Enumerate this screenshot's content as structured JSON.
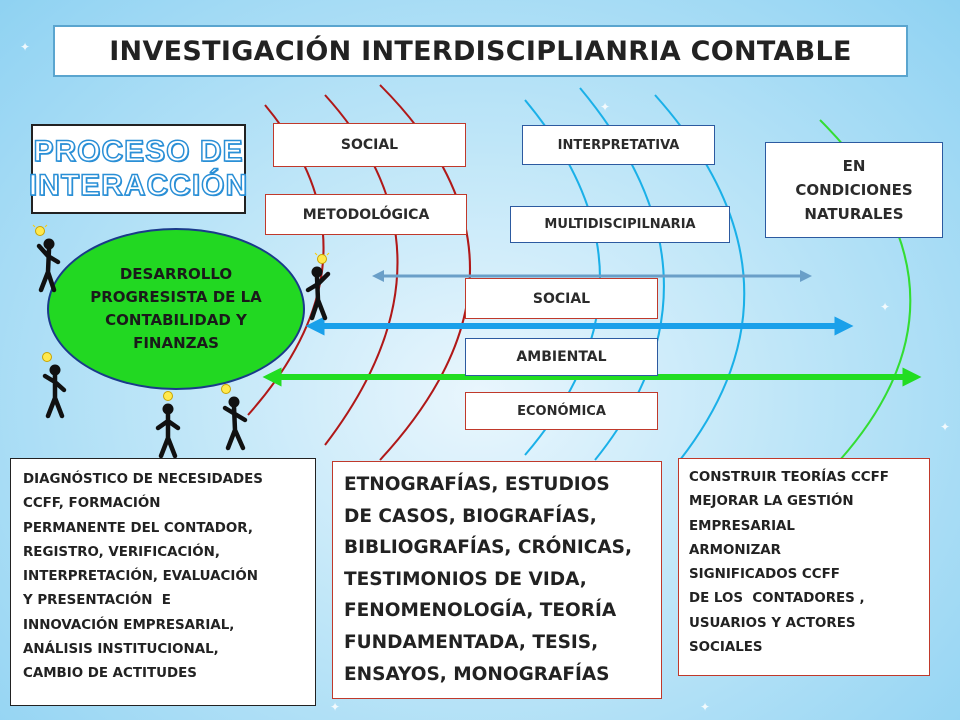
{
  "title": "INVESTIGACIÓN INTERDISCIPLIANRIA CONTABLE",
  "proceso": {
    "line1": "PROCESO DE",
    "line2": "INTERACCIÓN"
  },
  "ellipse_text": "DESARROLLO PROGRESISTA DE LA CONTABILIDAD Y FINANZAS",
  "labels": {
    "social_top": "SOCIAL",
    "metodologica": "METODOLÓGICA",
    "interpretativa": "INTERPRETATIVA",
    "multidisciplinaria": "MULTIDISCIPILNARIA",
    "naturales": [
      "EN",
      "CONDICIONES",
      "NATURALES"
    ],
    "social_mid": "SOCIAL",
    "ambiental": "AMBIENTAL",
    "economica": "ECONÓMICA"
  },
  "diagnostico_lines": [
    "DIAGNÓSTICO DE NECESIDADES",
    "CCFF, FORMACIÓN",
    "PERMANENTE DEL CONTADOR,",
    "REGISTRO, VERIFICACIÓN,",
    "INTERPRETACIÓN, EVALUACIÓN",
    "Y PRESENTACIÓN  E",
    "INNOVACIÓN EMPRESARIAL,",
    "ANÁLISIS INSTITUCIONAL,",
    "CAMBIO DE ACTITUDES"
  ],
  "etnografias_lines": [
    "ETNOGRAFÍAS, ESTUDIOS",
    "DE CASOS, BIOGRAFÍAS,",
    "BIBLIOGRAFÍAS, CRÓNICAS,",
    "TESTIMONIOS DE VIDA,",
    "FENOMENOLOGÍA, TEORÍA",
    "FUNDAMENTADA, TESIS,",
    "ENSAYOS, MONOGRAFÍAS"
  ],
  "construir_lines": [
    "CONSTRUIR TEORÍAS CCFF",
    "MEJORAR LA GESTIÓN",
    "EMPRESARIAL",
    "ARMONIZAR",
    "SIGNIFICADOS CCFF",
    "DE LOS  CONTADORES ,",
    "USUARIOS Y ACTORES",
    "SOCIALES"
  ],
  "colors": {
    "red_arc": "#b01818",
    "cyan_arc": "#1ab0e8",
    "green_arc": "#33dd33",
    "blue_arrow": "#1aa0ea",
    "green_arrow": "#22dd22",
    "ellipse_fill": "#22d822"
  },
  "icons": [
    "thinking-person-icon",
    "lightbulb-icon",
    "double-arrow-icon"
  ]
}
